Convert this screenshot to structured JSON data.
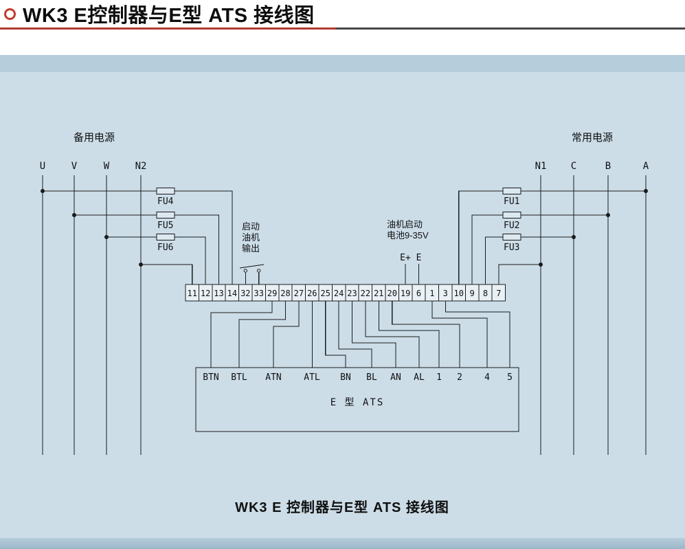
{
  "header": {
    "title": "WK3 E控制器与E型 ATS 接线图"
  },
  "colors": {
    "accent_red": "#b23b2f",
    "rule_gray": "#474747",
    "panel_blue": "#ccdde8",
    "band_blue": "#b6cddc",
    "line": "#1a1a1a"
  },
  "diagram": {
    "backup_power_label": "备用电源",
    "normal_power_label": "常用电源",
    "left_phase_labels": [
      "U",
      "V",
      "W",
      "N2"
    ],
    "right_phase_labels": [
      "N1",
      "C",
      "B",
      "A"
    ],
    "left_fuse_labels": [
      "FU4",
      "FU5",
      "FU6"
    ],
    "right_fuse_labels": [
      "FU1",
      "FU2",
      "FU3"
    ],
    "start_output_label_lines": [
      "启动",
      "油机",
      "输出"
    ],
    "battery_label_lines": [
      "油机启动",
      "电池9-35V"
    ],
    "battery_terminal_labels": [
      "E+",
      "E"
    ],
    "terminal_strip": {
      "cells": [
        "11",
        "12",
        "13",
        "14",
        "32",
        "33",
        "29",
        "28",
        "27",
        "26",
        "25",
        "24",
        "23",
        "22",
        "21",
        "20",
        "19",
        "6",
        "1",
        "3",
        "10",
        "9",
        "8",
        "7"
      ]
    },
    "ats": {
      "terminals": [
        "BTN",
        "BTL",
        "ATN",
        "ATL",
        "BN",
        "BL",
        "AN",
        "AL",
        "1",
        "2",
        "4",
        "5"
      ],
      "label": "E 型 ATS"
    },
    "caption": "WK3 E 控制器与E型 ATS 接线图"
  }
}
